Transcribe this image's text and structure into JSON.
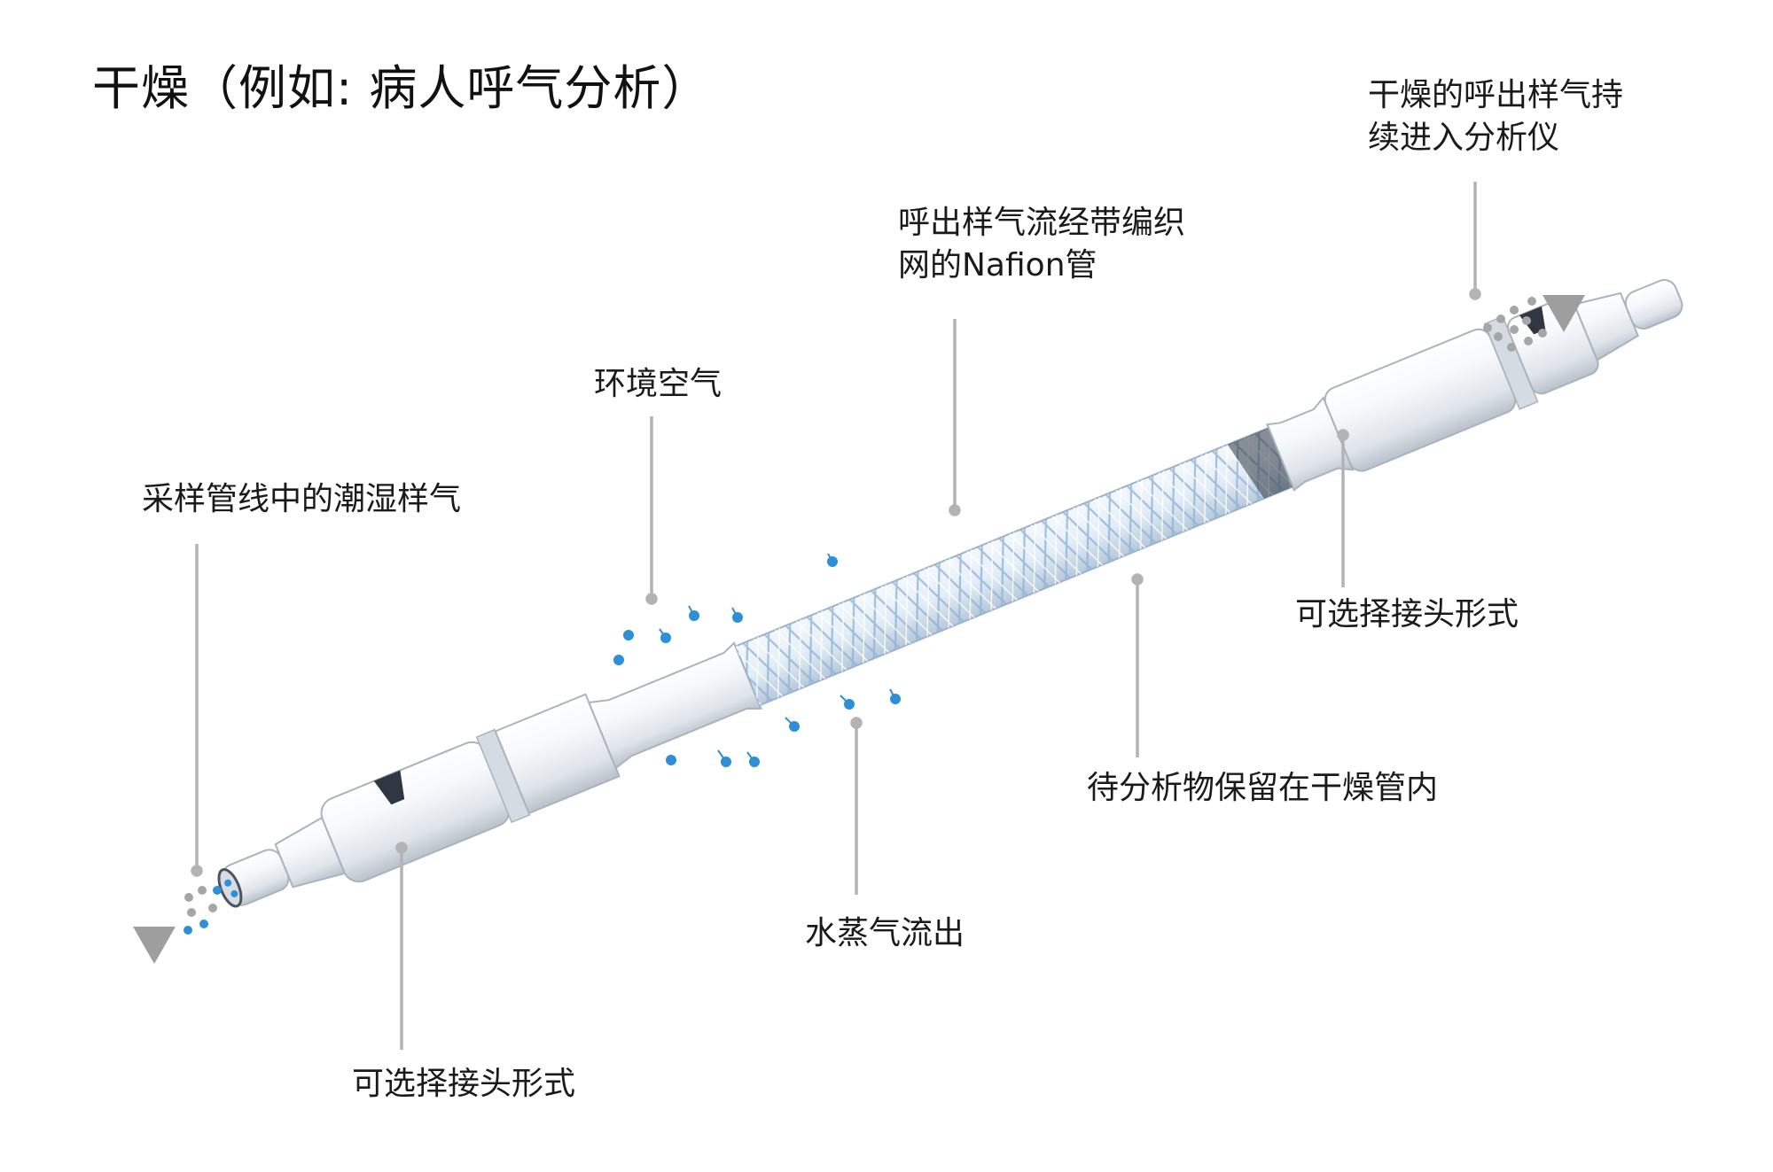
{
  "title": "干燥（例如: 病人呼气分析）",
  "labels": {
    "dry_outlet": [
      "干燥的呼出样气持",
      "续进入分析仪"
    ],
    "braided_tube": [
      "呼出样气流经带编织",
      "网的Nafion管"
    ],
    "ambient_air": "环境空气",
    "wet_sample": "采样管线中的潮湿样气",
    "connector_right": "可选择接头形式",
    "analyte_retained": "待分析物保留在干燥管内",
    "water_vapor_out": "水蒸气流出",
    "connector_left": "可选择接头形式"
  },
  "colors": {
    "leader_line": "#b3b3b3",
    "arrow": "#9e9e9e",
    "dot_grey": "#a6a6a6",
    "dot_blue": "#2e8fd6",
    "tube_body": "#eef1f5",
    "braid": "#c9ddef"
  }
}
